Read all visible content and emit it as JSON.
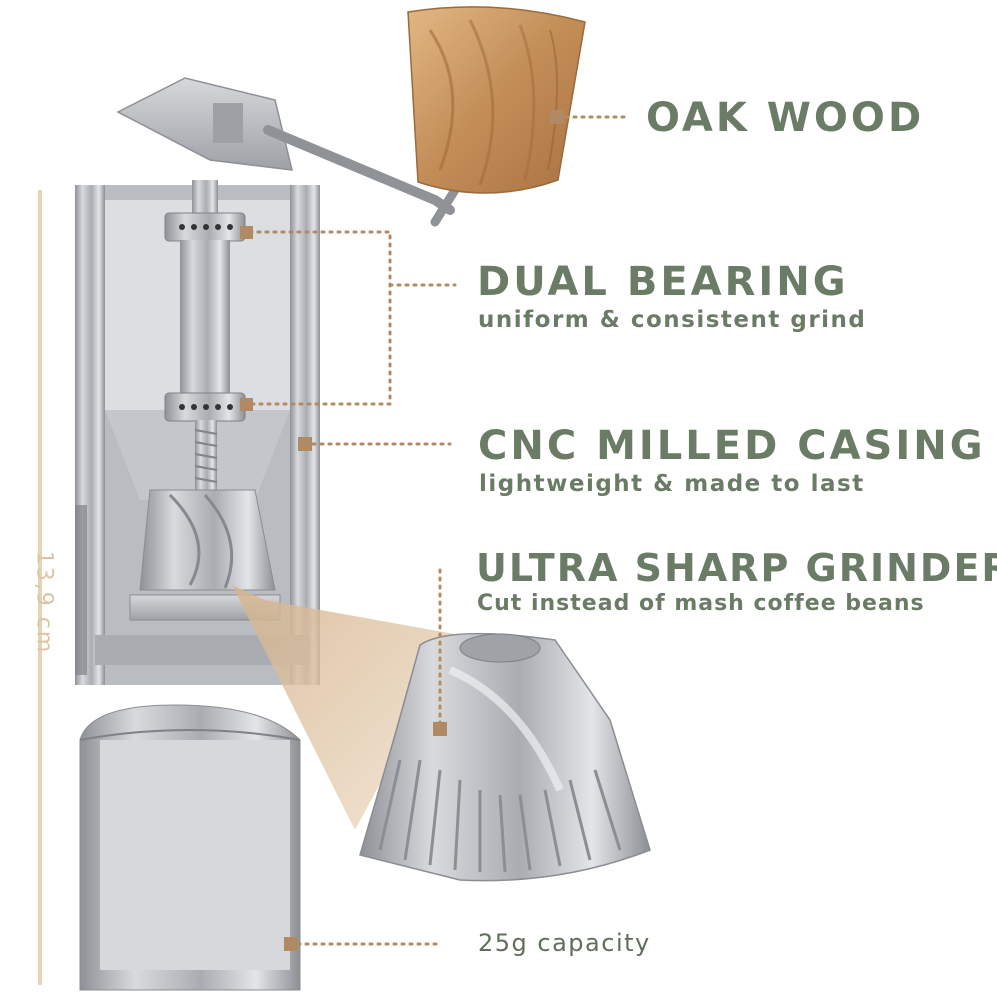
{
  "features": [
    {
      "title": "OAK WOOD"
    },
    {
      "title": "DUAL BEARING",
      "subtitle": "uniform & consistent grind"
    },
    {
      "title": "CNC MILLED CASING",
      "subtitle": "lightweight & made to last"
    },
    {
      "title": "ULTRA SHARP GRINDER",
      "subtitle": "Cut instead of mash coffee beans"
    },
    {
      "subtitle": "25g capacity"
    }
  ],
  "dimension_label": "13,9 cm",
  "colors": {
    "text": "#6b7c66",
    "callout": "#b08a64",
    "dimension": "#d9c6a4",
    "metal": "#c9cbcf",
    "oak": "#c99a64"
  }
}
